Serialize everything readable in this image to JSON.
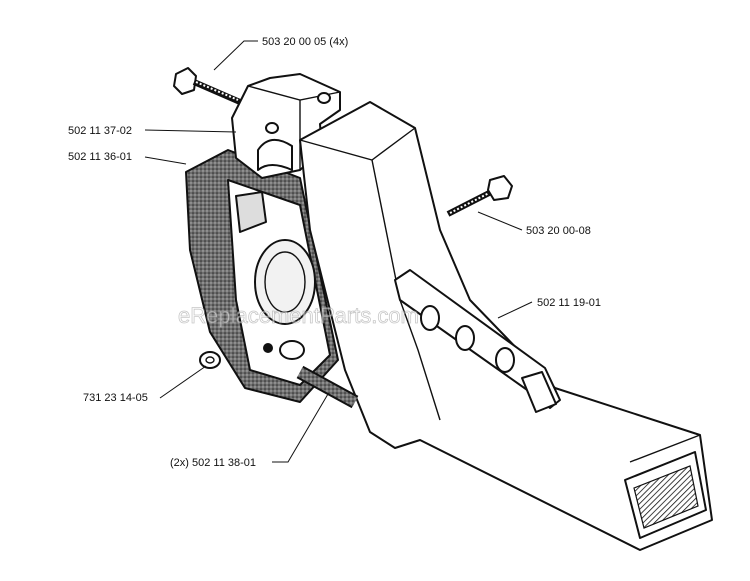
{
  "watermark": "eReplacementParts.com",
  "callouts": {
    "screw_4x": "503 20 00 05 (4x)",
    "cover": "502 11 37-02",
    "bracket": "502 11 36-01",
    "screw_right": "503 20 00-08",
    "guard_tube": "502 11 19-01",
    "nut": "731 23 14-05",
    "bushing_2x": "(2x) 502 11 38-01"
  }
}
